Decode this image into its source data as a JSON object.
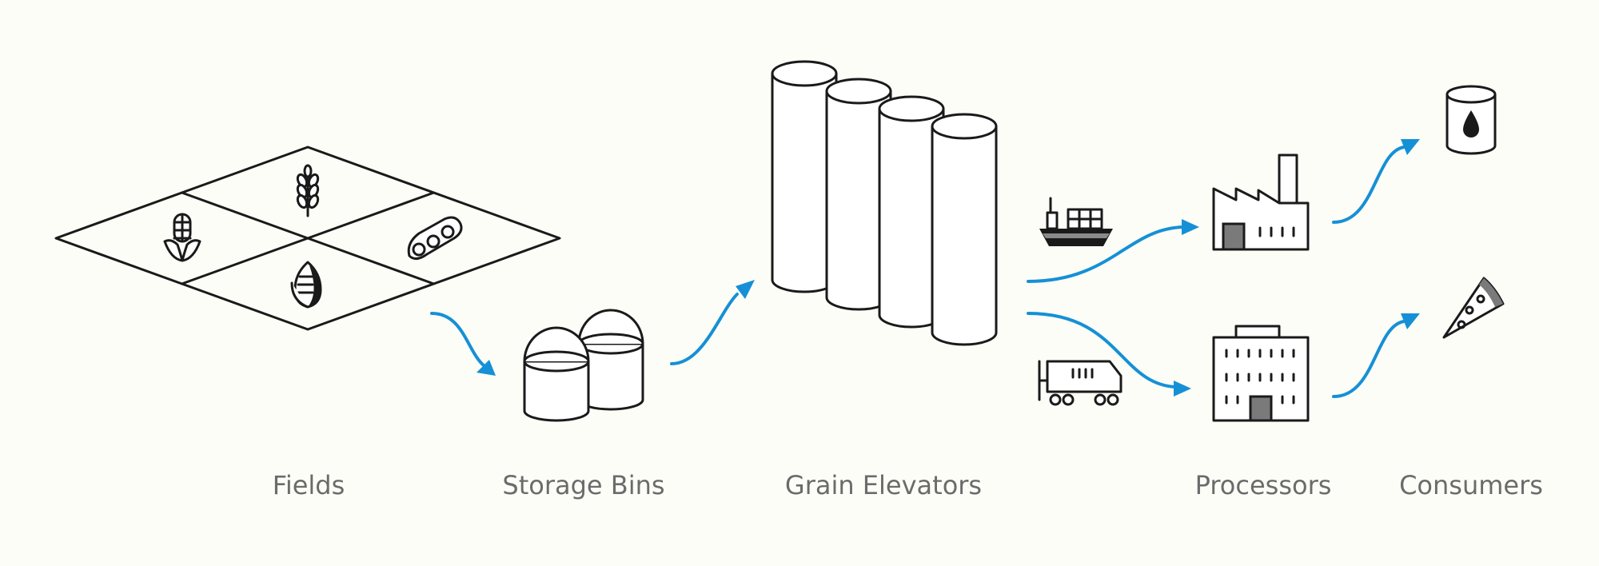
{
  "stages": {
    "fields": "Fields",
    "storage_bins": "Storage Bins",
    "grain_elevators": "Grain Elevators",
    "processors": "Processors",
    "consumers": "Consumers"
  },
  "colors": {
    "flow_arrow": "#1590d6",
    "ink": "#1a1a1a",
    "label": "#6b6b6b",
    "fill_gray": "#7a7a7a"
  },
  "icons": [
    "wheat-icon",
    "corn-icon",
    "soybean-icon",
    "corn-husk-icon",
    "cargo-ship-icon",
    "train-icon",
    "factory-icon",
    "office-building-icon",
    "oil-drum-icon",
    "pizza-slice-icon"
  ]
}
